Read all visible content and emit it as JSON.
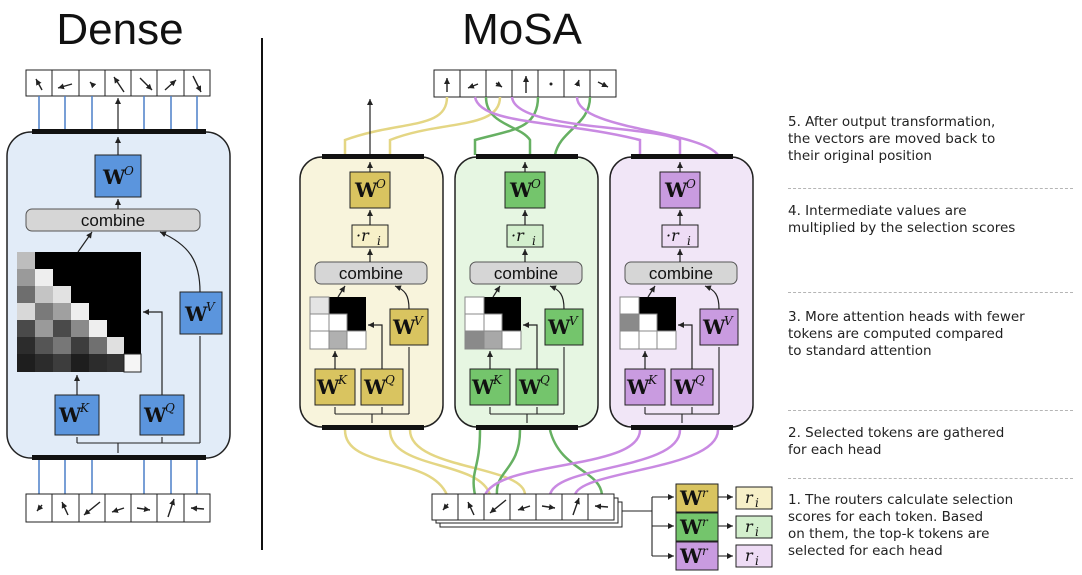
{
  "titles": {
    "dense": "Dense",
    "mosa": "MoSA"
  },
  "labels": {
    "combine": "combine",
    "wo": "W",
    "wo_sup": "O",
    "wv": "W",
    "wv_sup": "V",
    "wk": "W",
    "wk_sup": "K",
    "wq": "W",
    "wq_sup": "Q",
    "wr": "W",
    "wr_sup": "r",
    "scale": "·r",
    "scale_sub": "i",
    "ri": "r",
    "ri_sub": "i"
  },
  "colors": {
    "dense_panel": "#e2ecf8",
    "dense_block": "#5b95dd",
    "head_yellow_panel": "#f8f4dc",
    "head_yellow_block": "#d9c460",
    "head_yellow_line": "#e4d684",
    "head_green_panel": "#e6f6e2",
    "head_green_block": "#74c56c",
    "head_green_line": "#66b062",
    "head_purple_panel": "#f1e6f7",
    "head_purple_block": "#c99be0",
    "head_purple_line": "#c98ae2",
    "combine_fill": "#d6d6d6"
  },
  "steps": [
    {
      "text": "5. After output transformation,\nthe vectors are moved back to\ntheir original position"
    },
    {
      "text": "4. Intermediate values are\nmultiplied by the selection scores"
    },
    {
      "text": "3. More attention heads with fewer\ntokens are computed compared\nto standard attention"
    },
    {
      "text": "2. Selected tokens are gathered\nfor each head"
    },
    {
      "text": "1. The routers calculate selection\nscores for each token. Based\non them, the top-k tokens are\nselected for each head"
    }
  ]
}
